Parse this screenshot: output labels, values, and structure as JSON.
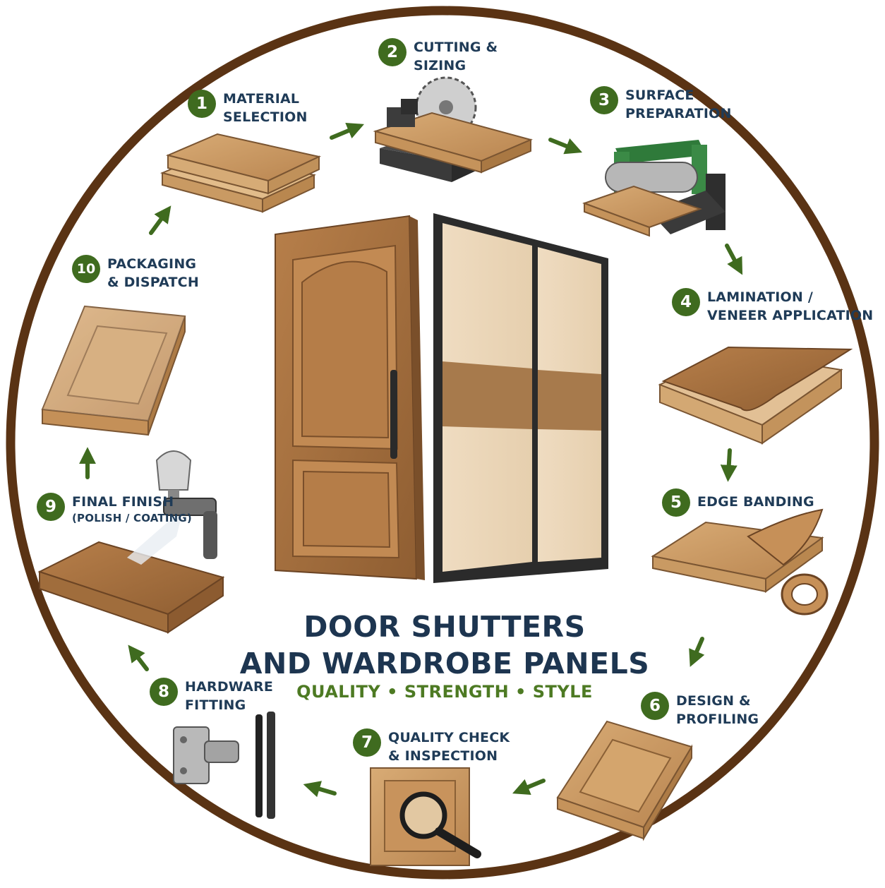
{
  "title_line1": "DOOR SHUTTERS",
  "title_line2": "AND WARDROBE PANELS",
  "tagline": "QUALITY • STRENGTH • STYLE",
  "colors": {
    "ring": "#5a3314",
    "badge": "#3f6b1f",
    "arrow": "#3f6b1f",
    "label_text": "#1f3b57",
    "title_text": "#1d3550",
    "tagline_text": "#4d7a23"
  },
  "steps": [
    {
      "number": "1",
      "line1": "MATERIAL",
      "line2": "SELECTION",
      "icon": "stacked-boards-icon"
    },
    {
      "number": "2",
      "line1": "CUTTING &",
      "line2": "SIZING",
      "icon": "table-saw-icon"
    },
    {
      "number": "3",
      "line1": "SURFACE",
      "line2": "PREPARATION",
      "icon": "sanding-machine-icon"
    },
    {
      "number": "4",
      "line1": "LAMINATION /",
      "line2": "VENEER APPLICATION",
      "icon": "veneer-sheet-icon"
    },
    {
      "number": "5",
      "line1": "EDGE BANDING",
      "line2": "",
      "icon": "edge-band-roll-icon"
    },
    {
      "number": "6",
      "line1": "DESIGN &",
      "line2": "PROFILING",
      "icon": "profiled-panel-icon"
    },
    {
      "number": "7",
      "line1": "QUALITY CHECK",
      "line2": "& INSPECTION",
      "icon": "magnifier-icon"
    },
    {
      "number": "8",
      "line1": "HARDWARE",
      "line2": "FITTING",
      "icon": "hinge-handle-icon"
    },
    {
      "number": "9",
      "line1": "FINAL FINISH",
      "line2": "(POLISH / COATING)",
      "icon": "spray-gun-icon"
    },
    {
      "number": "10",
      "line1": "PACKAGING",
      "line2": "& DISPATCH",
      "icon": "wrapped-panel-icon"
    }
  ]
}
